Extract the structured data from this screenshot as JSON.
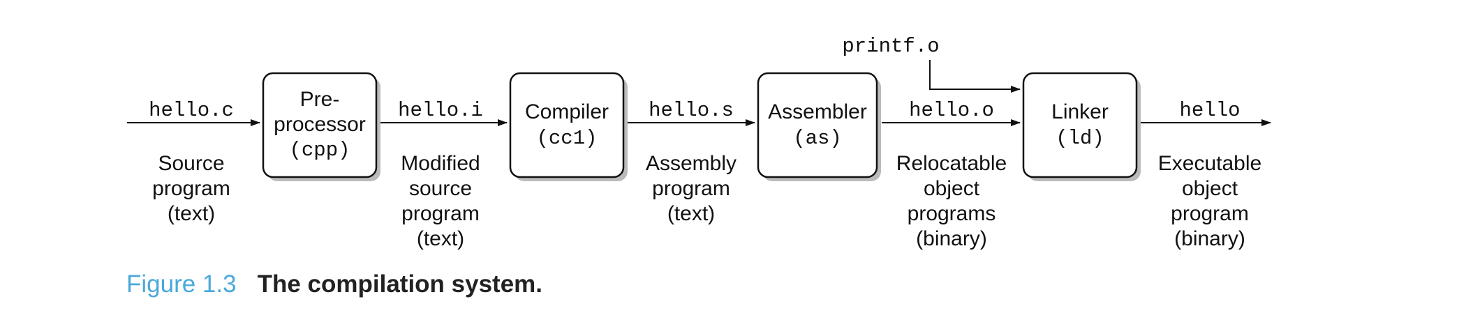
{
  "figure": {
    "number": "Figure 1.3",
    "title": "The compilation system.",
    "number_color": "#4aa8dc"
  },
  "stages": [
    {
      "line1": "Pre-",
      "line2": "processor",
      "mono": "(cpp)"
    },
    {
      "line1": "Compiler",
      "mono": "(cc1)"
    },
    {
      "line1": "Assembler",
      "mono": "(as)"
    },
    {
      "line1": "Linker",
      "mono": "(ld)"
    }
  ],
  "files": [
    {
      "name": "hello.c",
      "desc": [
        "Source",
        "program",
        "(text)"
      ]
    },
    {
      "name": "hello.i",
      "desc": [
        "Modified",
        "source",
        "program",
        "(text)"
      ]
    },
    {
      "name": "hello.s",
      "desc": [
        "Assembly",
        "program",
        "(text)"
      ]
    },
    {
      "name": "hello.o",
      "desc": [
        "Relocatable",
        "object",
        "programs",
        "(binary)"
      ]
    },
    {
      "name": "hello",
      "desc": [
        "Executable",
        "object",
        "program",
        "(binary)"
      ]
    }
  ],
  "extra_input": "printf.o",
  "colors": {
    "stroke": "#111111",
    "shadow": "#bbbbbb",
    "text": "#111111"
  }
}
